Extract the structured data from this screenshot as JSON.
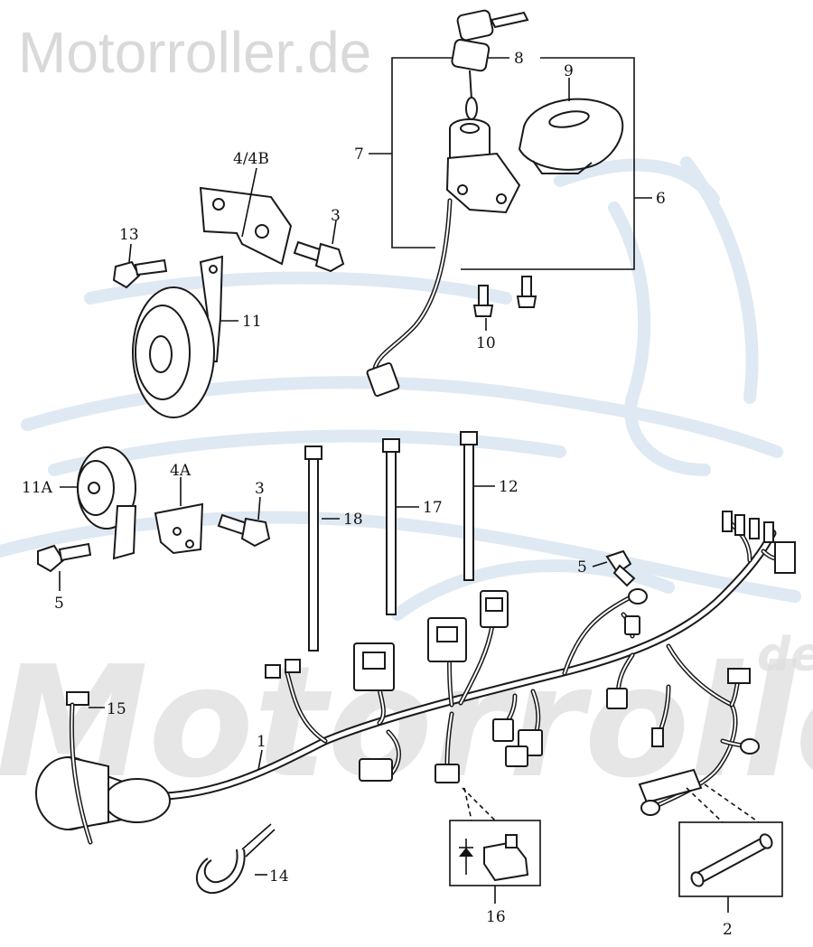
{
  "watermark": {
    "top_text": "Motorroller.de",
    "bottom_text": "Motorroller",
    "bottom_suffix": "de",
    "color": "#d9d9d9",
    "logo_color": "#dfe9f3"
  },
  "callouts": {
    "p1": "1",
    "p2": "2",
    "p3a": "3",
    "p3b": "3",
    "p4_4b": "4/4B",
    "p4a": "4A",
    "p5a": "5",
    "p5b": "5",
    "p6": "6",
    "p7": "7",
    "p8": "8",
    "p9": "9",
    "p10": "10",
    "p11": "11",
    "p11a": "11A",
    "p12": "12",
    "p13": "13",
    "p14": "14",
    "p15": "15",
    "p16": "16",
    "p17": "17",
    "p18": "18"
  },
  "icons": {
    "diode": "diode-symbol-icon"
  }
}
